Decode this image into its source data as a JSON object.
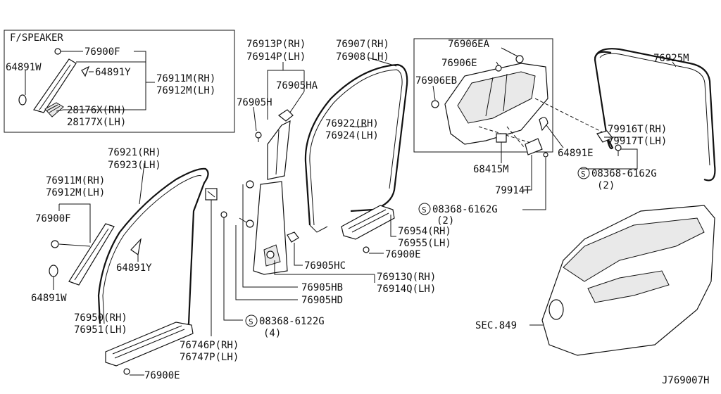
{
  "inset": {
    "title": "F/SPEAKER"
  },
  "labels": {
    "inset_76900F": "76900F",
    "inset_64891W": "64891W",
    "inset_64891Y": "64891Y",
    "inset_76911M_RH": "76911M(RH)",
    "inset_76912M_LH": "76912M(LH)",
    "inset_28176X_RH": "28176X(RH)",
    "inset_28177X_LH": "28177X(LH)",
    "p76913P_RH": "76913P(RH)",
    "p76914P_LH": "76914P(LH)",
    "p76905HA": "76905HA",
    "p76905H": "76905H",
    "p76907_RH": "76907(RH)",
    "p76908_LH": "76908(LH)",
    "p76922_RH": "76922(RH)",
    "p76924_LH": "76924(LH)",
    "p76906EA": "76906EA",
    "p76906E": "76906E",
    "p76906EB": "76906EB",
    "p76925M": "76925M",
    "p79916T_RH": "79916T(RH)",
    "p79917T_LH": "79917T(LH)",
    "p64891E": "64891E",
    "p68415M": "68415M",
    "p08368_6162G_a": "08368-6162G",
    "p08368_6162G_a_qty": "(2)",
    "p79914T": "79914T",
    "p08368_6162G_b": "08368-6162G",
    "p08368_6162G_b_qty": "(2)",
    "p76954_RH": "76954(RH)",
    "p76955_LH": "76955(LH)",
    "p76900E_a": "76900E",
    "p76921_RH": "76921(RH)",
    "p76923_LH": "76923(LH)",
    "p76911M_RH": "76911M(RH)",
    "p76912M_LH": "76912M(LH)",
    "p76900F": "76900F",
    "p64891Y": "64891Y",
    "p64891W": "64891W",
    "p76905HC": "76905HC",
    "p76913Q_RH": "76913Q(RH)",
    "p76914Q_LH": "76914Q(LH)",
    "p76905HB": "76905HB",
    "p76905HD": "76905HD",
    "p08368_6122G": "08368-6122G",
    "p08368_6122G_qty": "(4)",
    "p76950_RH": "76950(RH)",
    "p76951_LH": "76951(LH)",
    "p76746P_RH": "76746P(RH)",
    "p76747P_LH": "76747P(LH)",
    "p76900E_b": "76900E",
    "sec849": "SEC.849",
    "diagram_code": "J769007H",
    "s_mark": "S"
  }
}
